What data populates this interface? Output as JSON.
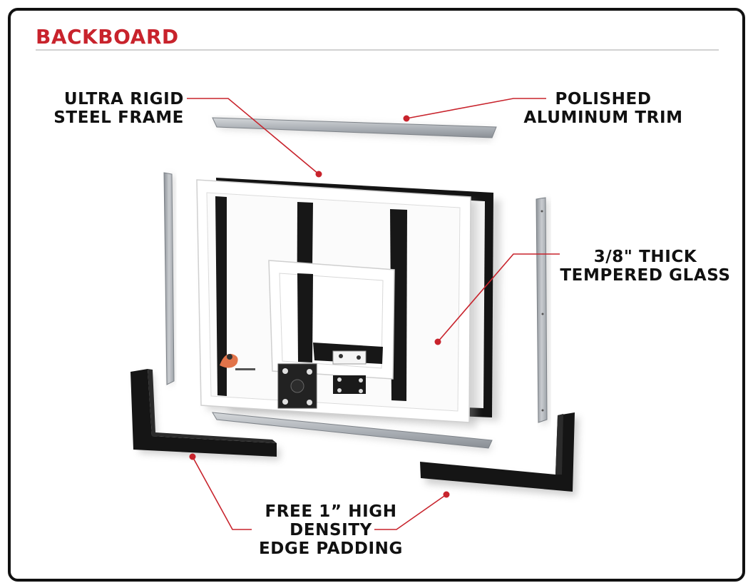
{
  "section_title": "BACKBOARD",
  "callouts": {
    "steel_frame": {
      "line1": "ULTRA RIGID",
      "line2": "STEEL FRAME"
    },
    "aluminum_trim": {
      "line1": "POLISHED",
      "line2": "ALUMINUM TRIM"
    },
    "glass": {
      "line1": "3/8\" THICK",
      "line2": "TEMPERED GLASS"
    },
    "padding": {
      "line1": "FREE 1” HIGH",
      "line2": "DENSITY",
      "line3": "EDGE PADDING"
    }
  },
  "colors": {
    "accent": "#c8232c",
    "frame_border": "#111111",
    "trim_gray": "#a9adb3",
    "padding_black": "#151515"
  }
}
